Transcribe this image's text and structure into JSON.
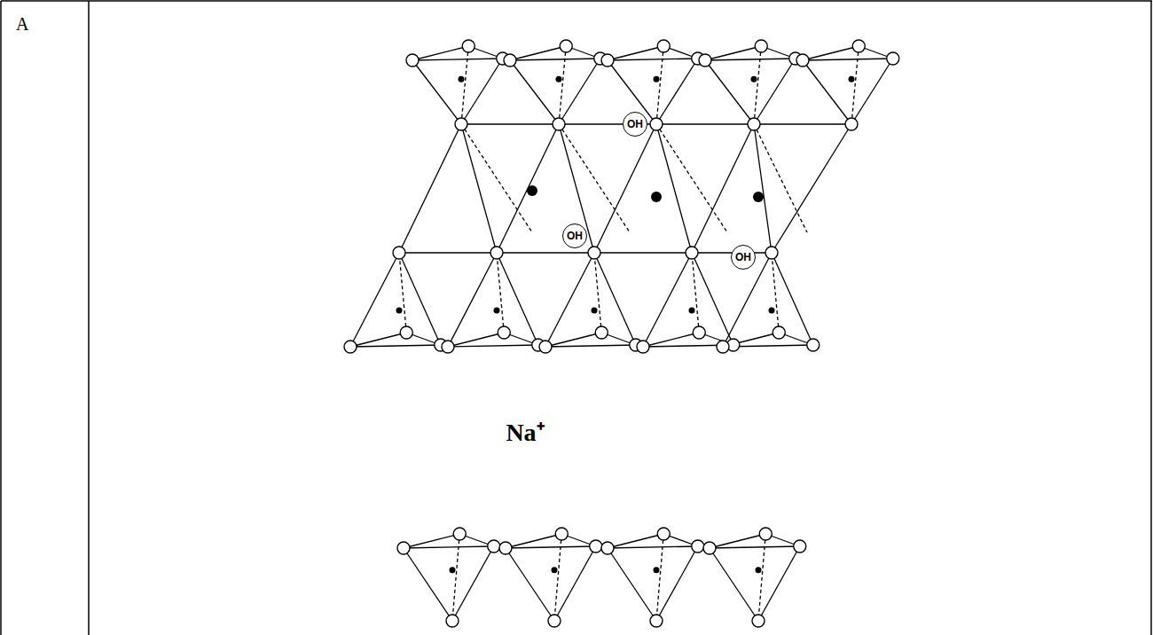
{
  "diagram": {
    "nodes": [
      {
        "text": [
          "OH"
        ]
      },
      {
        "text": [
          "OH"
        ]
      },
      {
        "text": [
          "OH"
        ]
      }
    ],
    "labels": [
      "A",
      "Na⁺"
    ]
  }
}
